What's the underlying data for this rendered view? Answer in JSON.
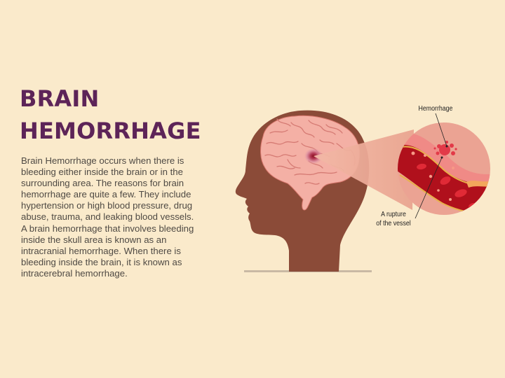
{
  "slide": {
    "background": "#faeacb",
    "title_lines": [
      "BRAIN",
      "HEMORRHAGE"
    ],
    "title_color": "#5d2458",
    "body": "Brain Hemorrhage occurs when there is bleeding either inside the brain or in the surrounding area. The reasons for brain hemorrhage are quite a few. They include hypertension or high blood pressure, drug abuse, trauma, and leaking blood vessels. A brain hemorrhage that involves bleeding inside the skull area is known as an intracranial hemorrhage. When there is bleeding inside the brain, it is known as intracerebral hemorrhage."
  },
  "illustration": {
    "head_color": "#8b4b38",
    "brain_color": "#f4b0a5",
    "labels": {
      "hemorrhage": "Hemorrhage",
      "rupture_line1": "A rupture",
      "rupture_line2": "of the vessel"
    }
  }
}
